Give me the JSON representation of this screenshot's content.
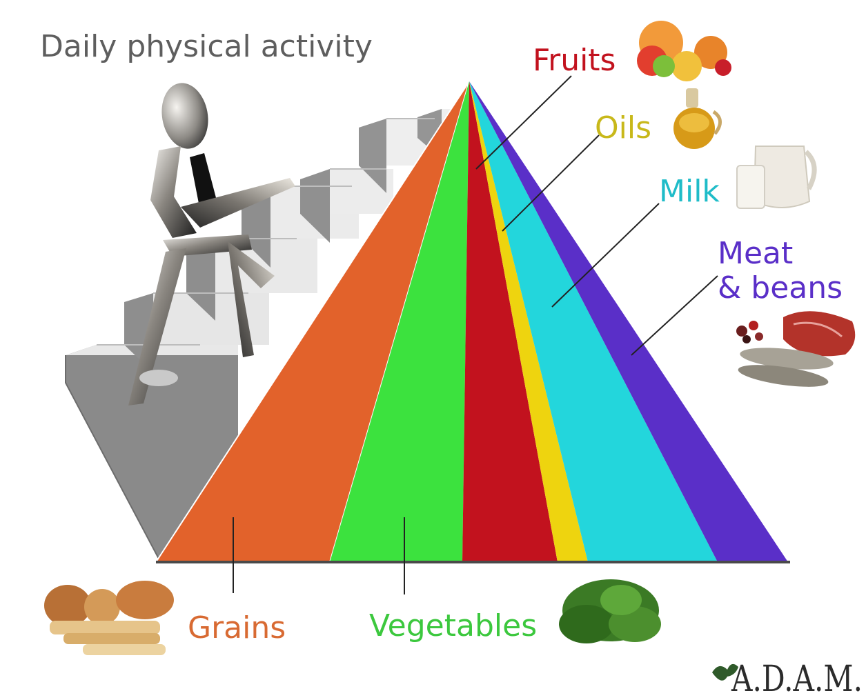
{
  "title": "Daily physical activity",
  "groups": {
    "grains": {
      "label": "Grains",
      "color": "#e2622b",
      "food_icon": "bread-icon"
    },
    "vegetables": {
      "label": "Vegetables",
      "color": "#3ce23e",
      "food_icon": "greens-icon"
    },
    "fruits": {
      "label": "Fruits",
      "color": "#c2121e",
      "food_icon": "fruit-bowl-icon"
    },
    "oils": {
      "label": "Oils",
      "color": "#eed40f",
      "food_icon": "oil-jar-icon"
    },
    "milk": {
      "label": "Milk",
      "color": "#23d6dc",
      "food_icon": "milk-jug-icon"
    },
    "meat": {
      "label_line1": "Meat",
      "label_line2": "& beans",
      "color": "#5a2fc8",
      "food_icon": "meat-fish-icon"
    }
  },
  "logo": "A.D.A.M."
}
